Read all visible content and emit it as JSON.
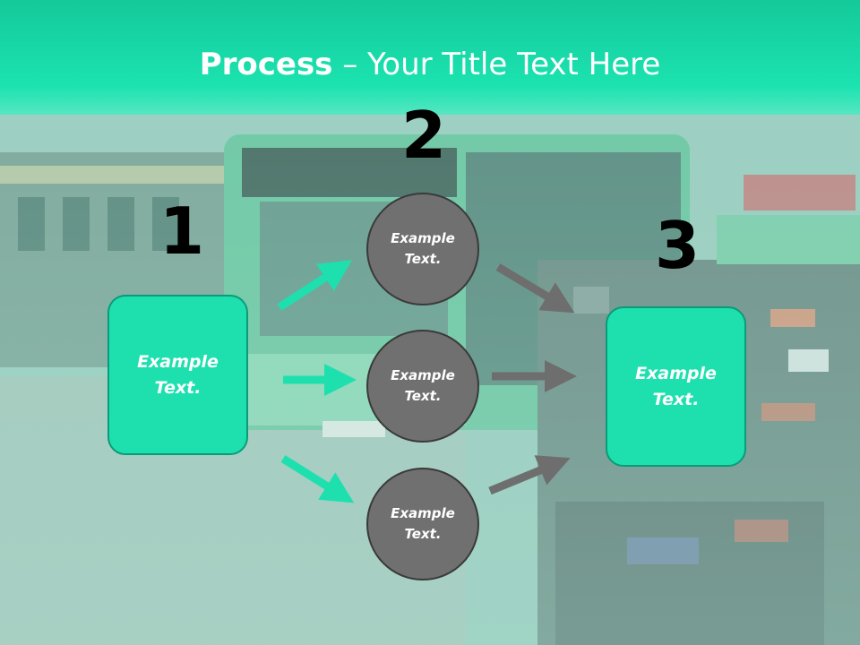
{
  "slide": {
    "title_bold": "Process",
    "title_rest": " – Your Title Text Here"
  },
  "colors": {
    "teal": "#1ee0ae",
    "teal_border": "#0b9b78",
    "gray_circle": "#707070",
    "gray_arrow": "#6e6e6e",
    "header_gradient_top": "#14c99a"
  },
  "steps": {
    "step1": {
      "number": "1",
      "text": "Example Text."
    },
    "step2": {
      "number": "2",
      "items": [
        {
          "text": "Example Text."
        },
        {
          "text": "Example Text."
        },
        {
          "text": "Example Text."
        }
      ]
    },
    "step3": {
      "number": "3",
      "text": "Example Text."
    }
  }
}
